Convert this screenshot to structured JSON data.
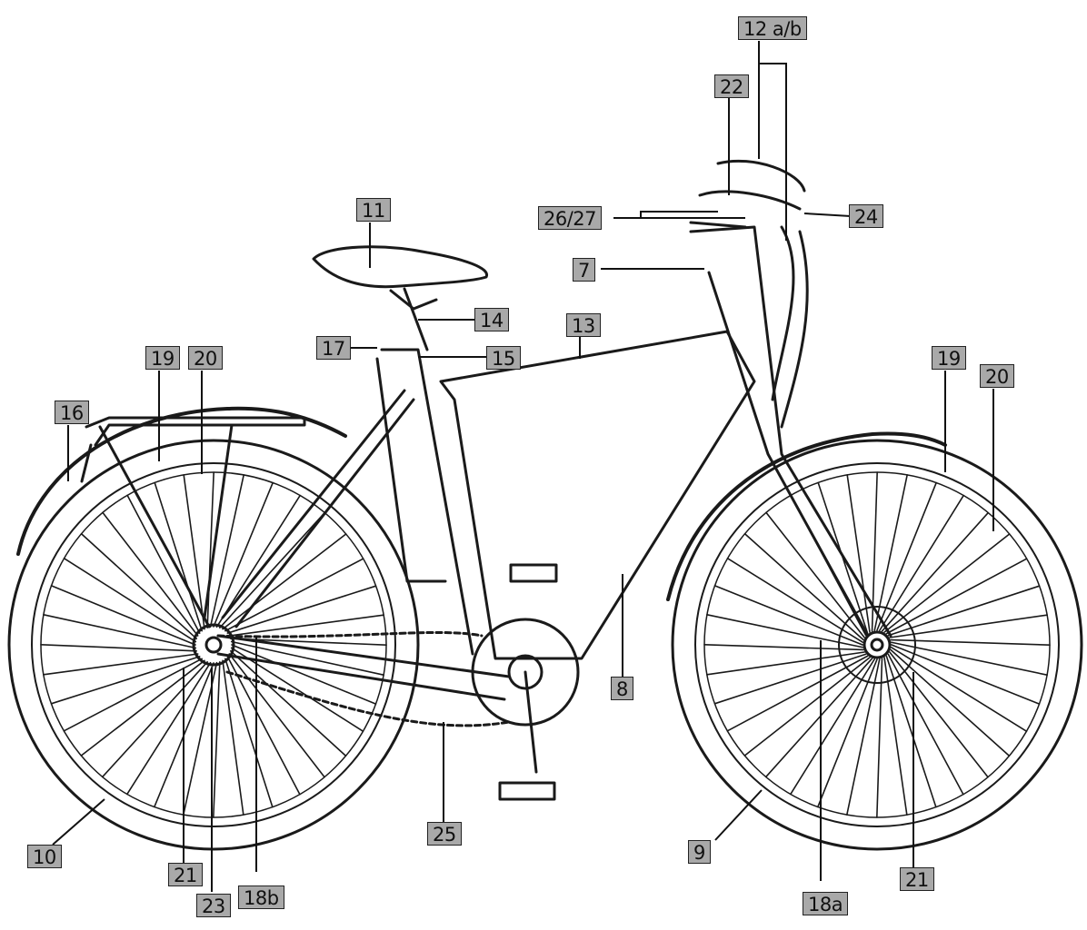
{
  "callouts": {
    "c_12ab": "12 a/b",
    "c_22": "22",
    "c_11": "11",
    "c_26_27": "26/27",
    "c_24": "24",
    "c_7": "7",
    "c_14": "14",
    "c_13": "13",
    "c_17": "17",
    "c_15": "15",
    "c_19_rear": "19",
    "c_20_rear": "20",
    "c_16": "16",
    "c_19_front": "19",
    "c_20_front": "20",
    "c_8": "8",
    "c_25": "25",
    "c_10": "10",
    "c_9": "9",
    "c_21_rear": "21",
    "c_23": "23",
    "c_18b": "18b",
    "c_18a": "18a",
    "c_21_front": "21"
  }
}
